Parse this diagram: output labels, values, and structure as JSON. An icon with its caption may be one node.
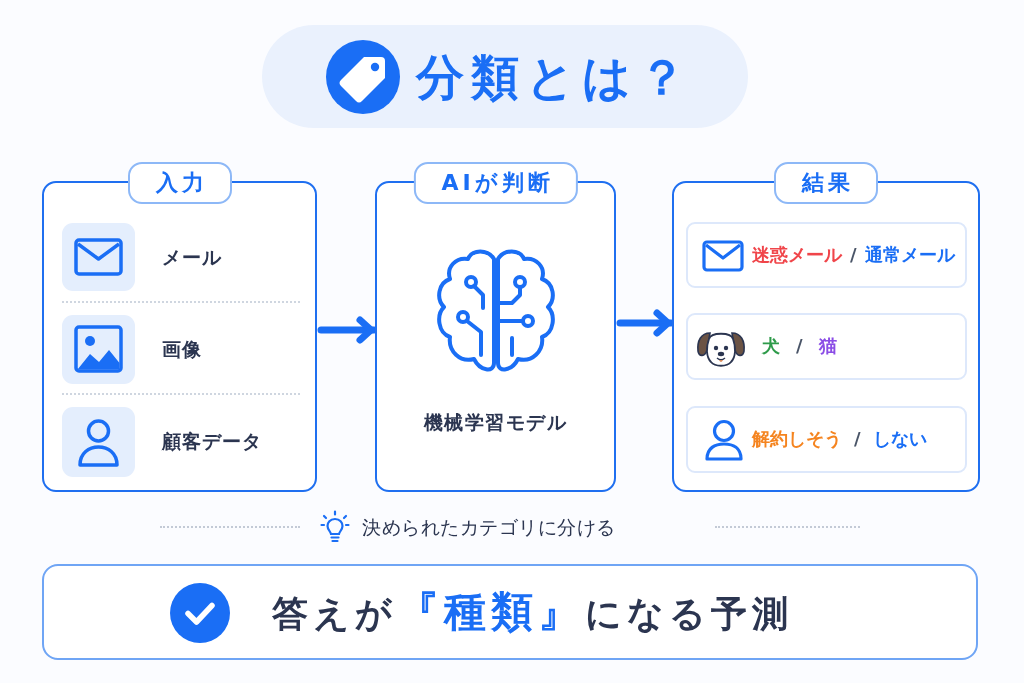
{
  "diagram": {
    "title": "分類とは？",
    "nodes": [
      {
        "text": [
          "入力",
          "メール",
          "画像",
          "顧客データ"
        ]
      },
      {
        "text": [
          "AIが判断",
          "機械学習モデル"
        ]
      },
      {
        "text": [
          "結果"
        ]
      },
      {
        "text": [
          "迷惑メール",
          "/",
          "通常メール"
        ],
        "in": 2
      },
      {
        "text": [
          "犬",
          "/",
          "猫"
        ],
        "in": 2
      },
      {
        "text": [
          "解約しそう",
          "/",
          "しない"
        ],
        "in": 2
      },
      {
        "text": [
          "答えが**『種類』**になる予測"
        ]
      }
    ],
    "edges": [
      {
        "from": 0,
        "to": 1,
        "arrow": "to"
      },
      {
        "from": 1,
        "to": 2,
        "arrow": "to"
      }
    ],
    "labels": [
      "決められたカテゴリに分ける"
    ]
  }
}
